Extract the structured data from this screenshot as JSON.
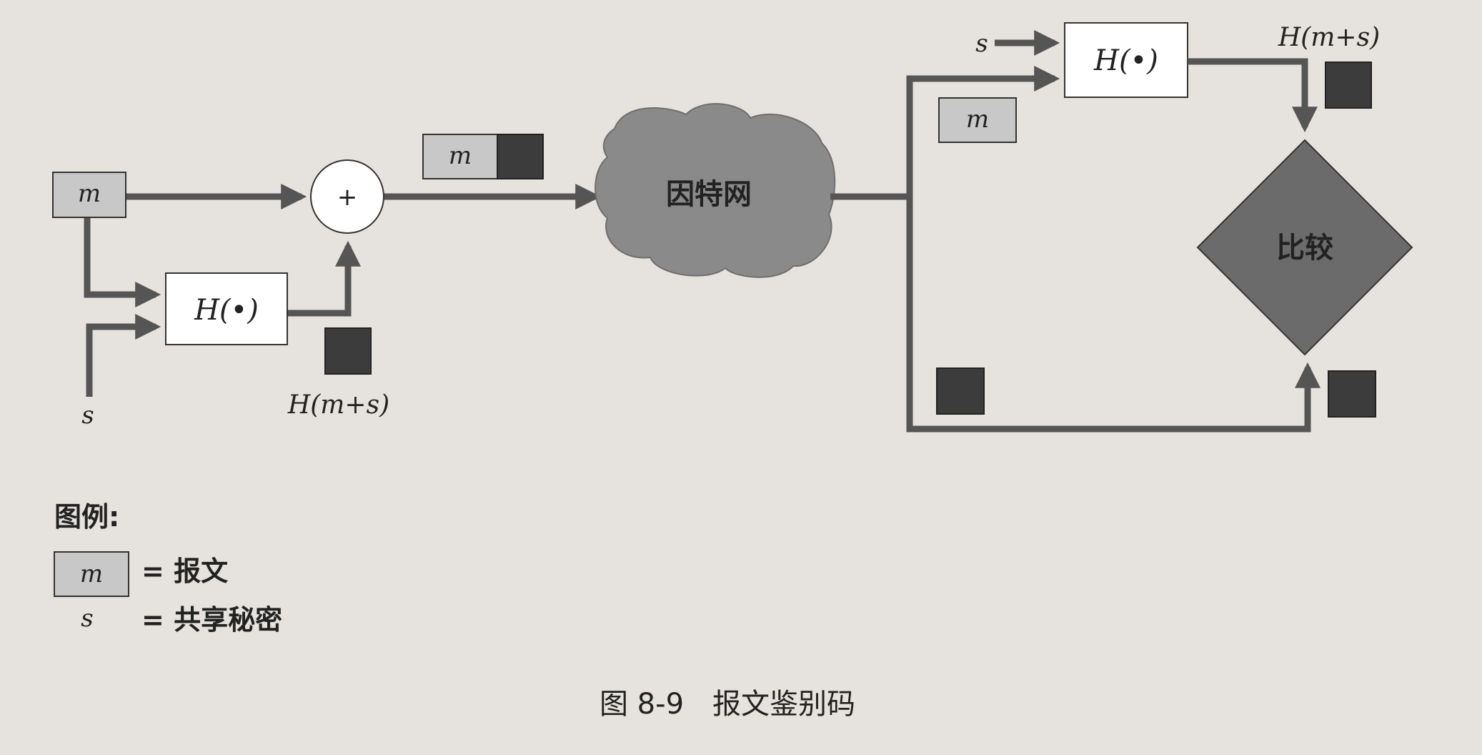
{
  "diagram": {
    "message_symbol": "m",
    "secret_symbol": "s",
    "hash_function_label": "H(•)",
    "plus_symbol": "+",
    "mac_label": "H(m+s)",
    "internet_label": "因特网",
    "compare_label": "比较"
  },
  "legend": {
    "title": "图例:",
    "message_symbol": "m",
    "message_meaning": "= 报文",
    "secret_symbol": "s",
    "secret_meaning": "= 共享秘密"
  },
  "caption": "图 8-9　报文鉴别码",
  "colors": {
    "background": "#e6e3de",
    "message_box_fill": "#c8c8c8",
    "mac_block_fill": "#3c3c3c",
    "arrow_color": "#555555",
    "cloud_fill": "#8a8a8a",
    "compare_fill": "#6b6b6b"
  }
}
